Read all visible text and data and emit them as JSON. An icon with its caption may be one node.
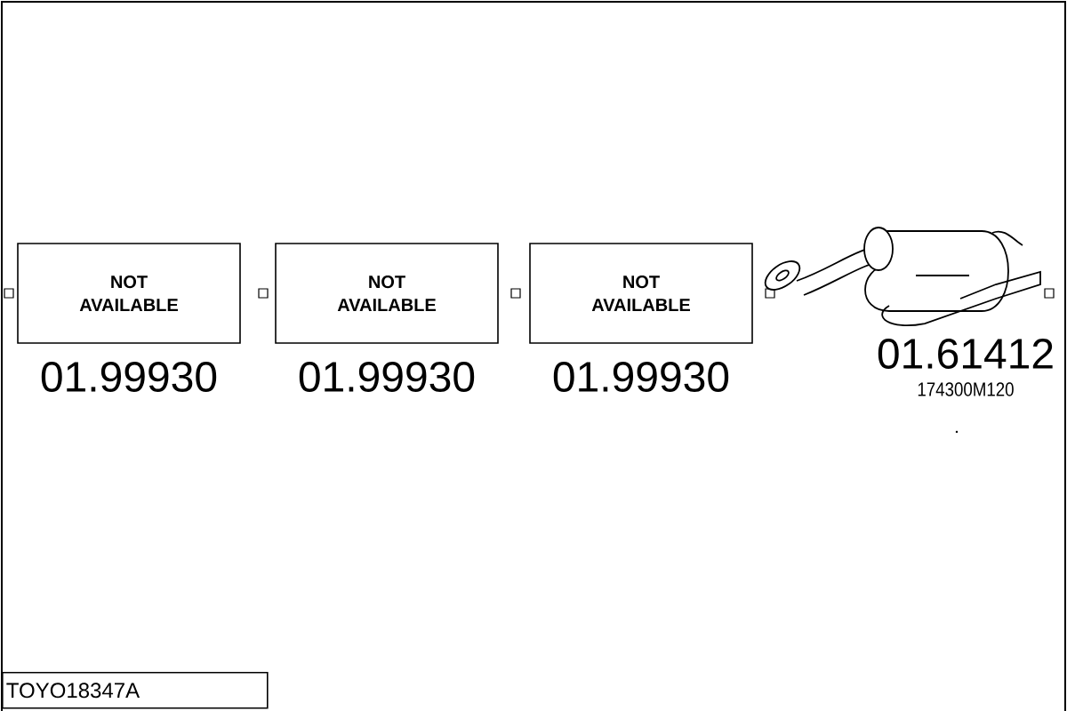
{
  "diagram": {
    "nodes": [
      {
        "text": [
          "NOT AVAILABLE"
        ],
        "beside": [
          "01.99930"
        ]
      },
      {
        "text": [
          "NOT AVAILABLE"
        ],
        "beside": [
          "01.99930"
        ]
      },
      {
        "text": [
          "NOT AVAILABLE"
        ],
        "beside": [
          "01.99930"
        ]
      },
      {
        "text": [],
        "shape": "picture",
        "beside": [
          "01.61412",
          "174300M120"
        ]
      }
    ],
    "labels": [
      "TOYO18347A"
    ]
  }
}
